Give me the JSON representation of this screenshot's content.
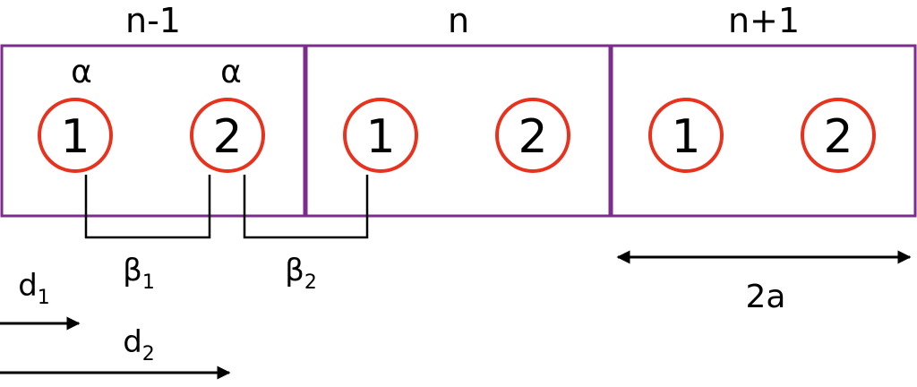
{
  "cells": [
    {
      "title": "n-1",
      "atoms": [
        {
          "label": "1",
          "top": "α"
        },
        {
          "label": "2",
          "top": "α"
        }
      ]
    },
    {
      "title": "n",
      "atoms": [
        {
          "label": "1"
        },
        {
          "label": "2"
        }
      ]
    },
    {
      "title": "n+1",
      "atoms": [
        {
          "label": "1"
        },
        {
          "label": "2"
        }
      ]
    }
  ],
  "bonds": [
    {
      "symbol": "β",
      "subscript": "1"
    },
    {
      "symbol": "β",
      "subscript": "2"
    }
  ],
  "vectors": [
    {
      "symbol": "d",
      "subscript": "1"
    },
    {
      "symbol": "d",
      "subscript": "2"
    }
  ],
  "lattice_constant": "2a",
  "colors": {
    "cell_border": "#7b2c8c",
    "atom_ring": "#e8321e",
    "line": "#000000"
  }
}
